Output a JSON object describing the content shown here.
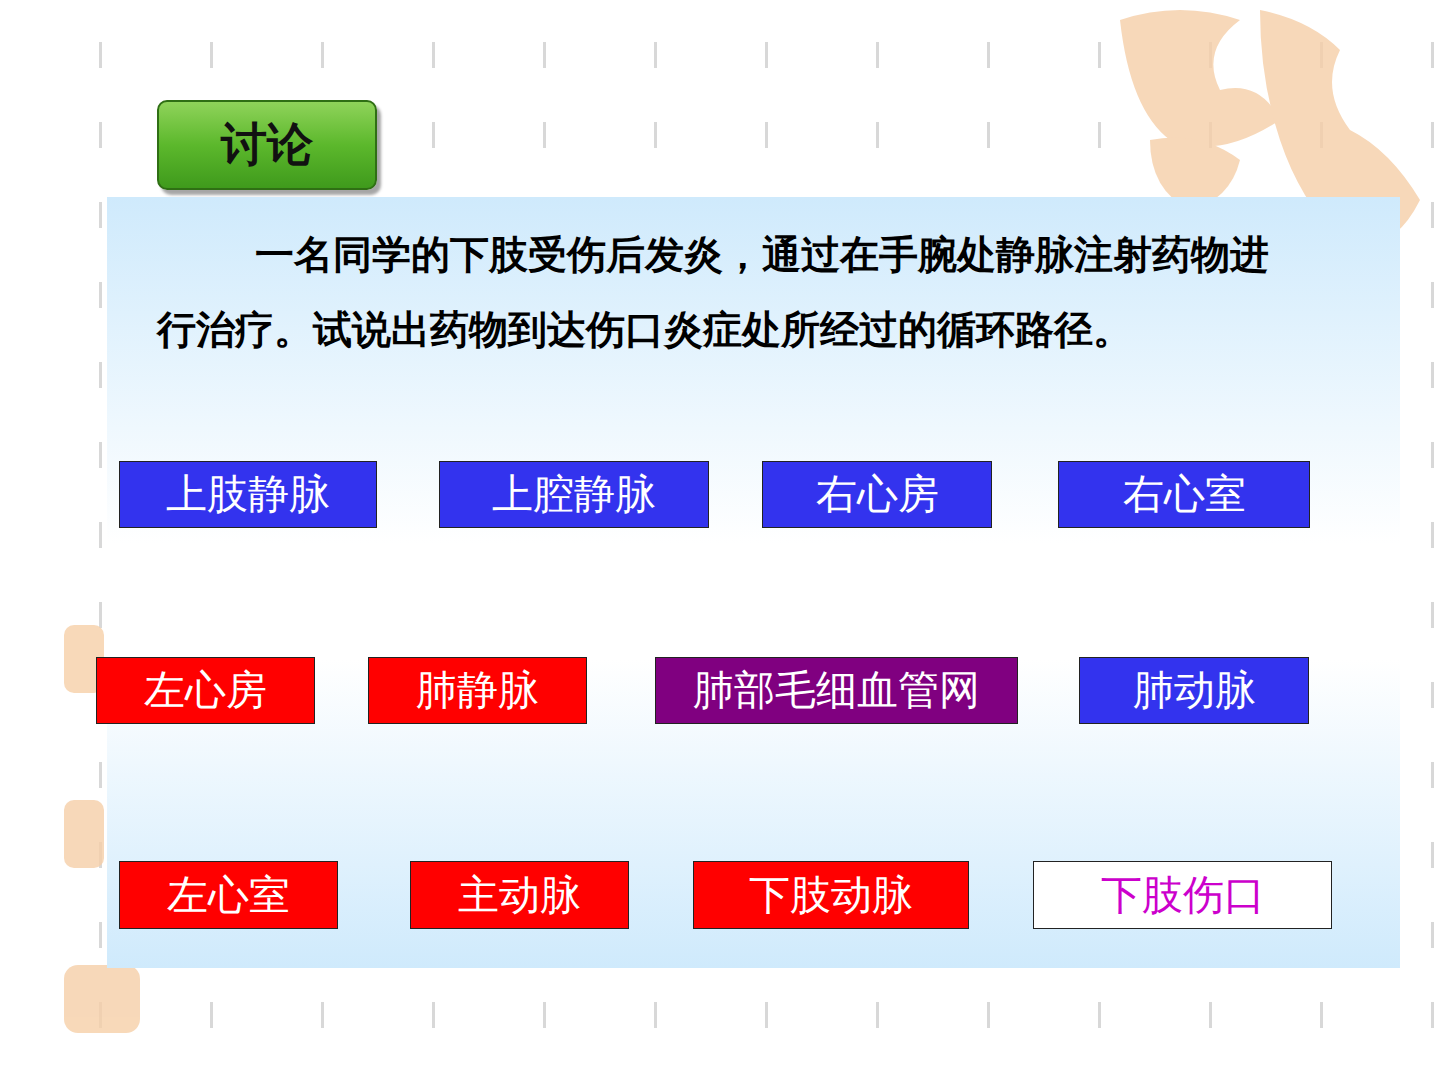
{
  "diagram": {
    "title": "讨论",
    "nodes": [
      {
        "text": [
          "一名同学的下肢受伤后发炎，通过在手腕处静脉注射药物进行治疗。试说出药物到达伤口炎症处所经过的循环路径。"
        ]
      },
      {
        "text": [
          "上肢静脉"
        ],
        "in": 0
      },
      {
        "text": [
          "上腔静脉"
        ],
        "in": 0
      },
      {
        "text": [
          "右心房"
        ],
        "in": 0
      },
      {
        "text": [
          "右心室"
        ],
        "in": 0
      },
      {
        "text": [
          "左心房"
        ],
        "in": 0
      },
      {
        "text": [
          "肺静脉"
        ],
        "in": 0
      },
      {
        "text": [
          "肺部毛细血管网"
        ],
        "in": 0
      },
      {
        "text": [
          "肺动脉"
        ],
        "in": 0
      },
      {
        "text": [
          "左心室"
        ],
        "in": 0
      },
      {
        "text": [
          "主动脉"
        ],
        "in": 0
      },
      {
        "text": [
          "下肢动脉"
        ],
        "in": 0
      },
      {
        "text": [
          "下肢伤口"
        ],
        "in": 0
      }
    ],
    "edges": [
      {
        "from": 1,
        "to": 2,
        "arrow": "to"
      },
      {
        "from": 2,
        "to": 3,
        "arrow": "to"
      },
      {
        "from": 3,
        "to": 4,
        "arrow": "to"
      },
      {
        "from": 4,
        "to": 8,
        "arrow": "to"
      },
      {
        "from": 8,
        "to": 7,
        "arrow": "to"
      },
      {
        "from": 7,
        "to": 6,
        "arrow": "to"
      },
      {
        "from": 6,
        "to": 5,
        "arrow": "to"
      },
      {
        "from": 5,
        "to": 9,
        "arrow": "to"
      },
      {
        "from": 9,
        "to": 10,
        "arrow": "to"
      },
      {
        "from": 10,
        "to": 11,
        "arrow": "to"
      },
      {
        "from": 11,
        "to": 12,
        "arrow": "to"
      }
    ]
  }
}
